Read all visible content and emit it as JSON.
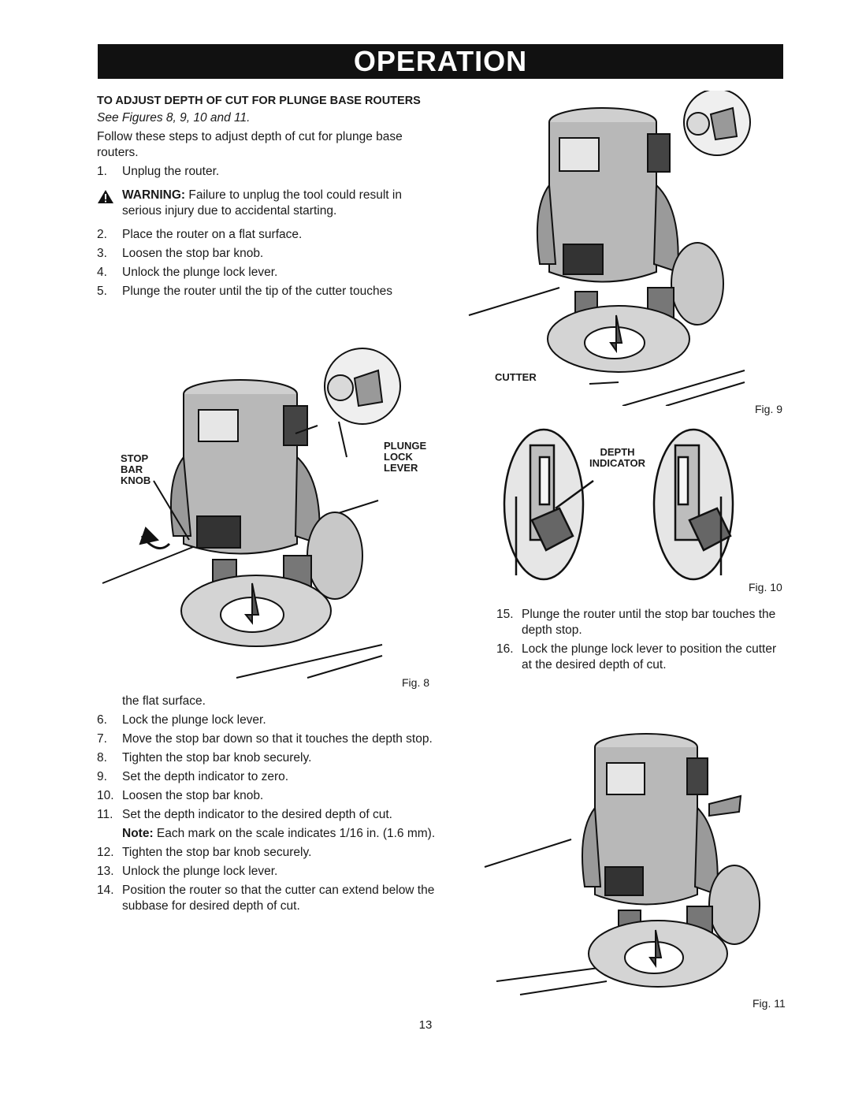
{
  "banner": {
    "title": "OPERATION"
  },
  "section": {
    "heading": "TO ADJUST DEPTH OF CUT FOR PLUNGE BASE ROUTERS",
    "see_figures": "See Figures 8, 9, 10 and 11.",
    "intro": "Follow these steps to adjust depth of cut for plunge base routers."
  },
  "steps_a": [
    {
      "num": "1.",
      "text": "Unplug the router."
    }
  ],
  "warning": {
    "label": "WARNING:",
    "text": "Failure to unplug the tool could result in serious injury due to accidental starting."
  },
  "steps_b": [
    {
      "num": "2.",
      "text": "Place the router on a flat surface."
    },
    {
      "num": "3.",
      "text": "Loosen the stop bar knob."
    },
    {
      "num": "4.",
      "text": "Unlock the plunge lock lever."
    },
    {
      "num": "5.",
      "text": "Plunge the router until the tip of the cutter touches"
    }
  ],
  "continuation": "the flat surface.",
  "steps_c": [
    {
      "num": "6.",
      "text": "Lock the plunge lock lever."
    },
    {
      "num": "7.",
      "text": "Move the stop bar down so that it touches the depth stop."
    },
    {
      "num": "8.",
      "text": "Tighten the stop bar knob securely."
    },
    {
      "num": "9.",
      "text": "Set the depth indicator to zero."
    },
    {
      "num": "10.",
      "text": "Loosen the stop bar knob."
    },
    {
      "num": "11.",
      "text": "Set the depth indicator to the desired depth of cut."
    }
  ],
  "note": {
    "label": "Note:",
    "text": "Each mark on the scale indicates 1/16 in. (1.6 mm)."
  },
  "steps_d": [
    {
      "num": "12.",
      "text": "Tighten the stop bar knob securely."
    },
    {
      "num": "13.",
      "text": "Unlock the plunge lock lever."
    },
    {
      "num": "14.",
      "text": "Position the router so that the cutter can extend below the subbase for desired depth of cut."
    }
  ],
  "steps_e": [
    {
      "num": "15.",
      "text": "Plunge the router until the stop bar touches the depth stop."
    },
    {
      "num": "16.",
      "text": "Lock the plunge lock lever to position the cutter at the desired depth of cut."
    }
  ],
  "figures": {
    "fig8": {
      "label": "Fig. 8",
      "callouts": {
        "stop": "STOP",
        "bar": "BAR",
        "knob": "KNOB",
        "plunge": "PLUNGE",
        "lock": "LOCK",
        "lever": "LEVER"
      }
    },
    "fig9": {
      "label": "Fig. 9",
      "callouts": {
        "cutter": "CUTTER"
      }
    },
    "fig10": {
      "label": "Fig. 10",
      "callouts": {
        "depth": "DEPTH",
        "indicator": "INDICATOR"
      }
    },
    "fig11": {
      "label": "Fig. 11"
    }
  },
  "page_number": "13"
}
